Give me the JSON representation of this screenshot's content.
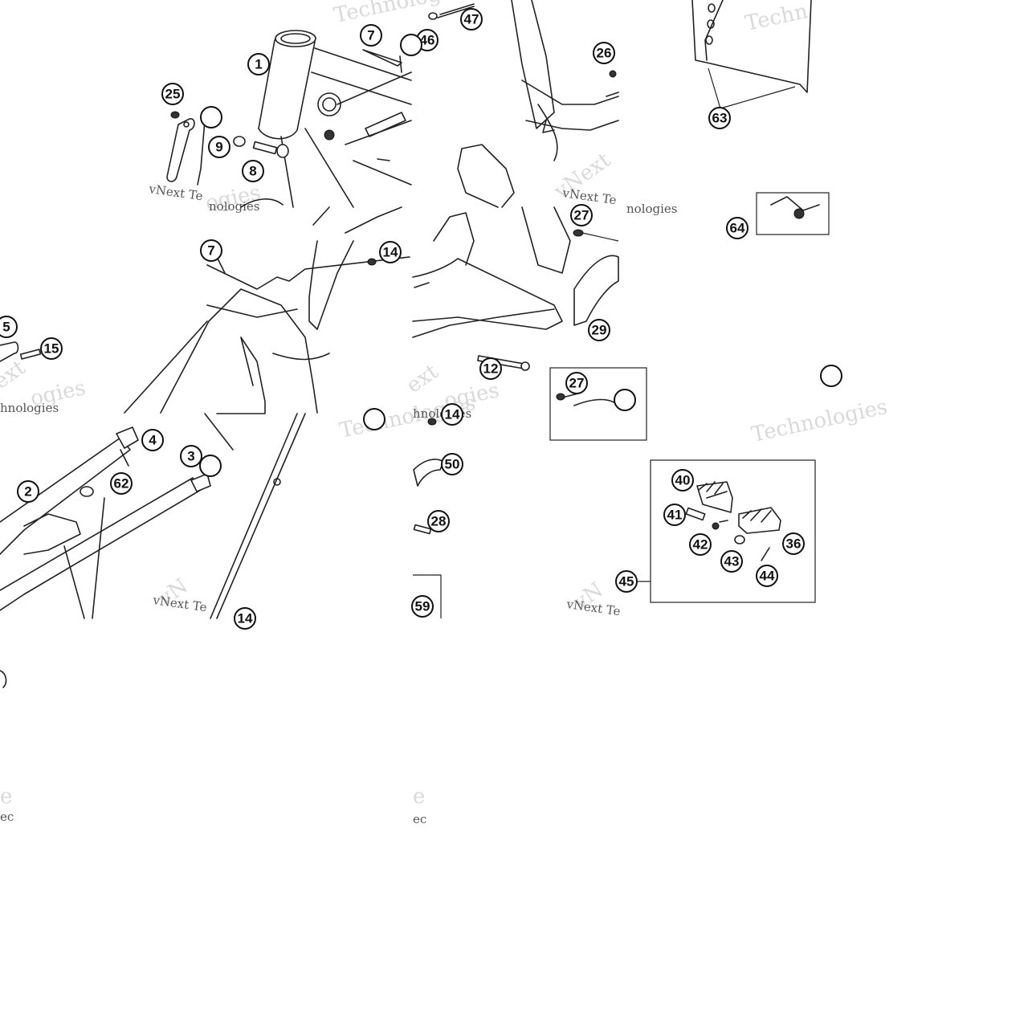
{
  "watermark": {
    "brand": "Technologies",
    "brand_full": "vNext Technologies",
    "short": "vNext",
    "short_b": "vN",
    "frag_te": "vNext Te",
    "frag_tec": "vNext Tec",
    "frag_nologies": "nologies",
    "frag_hnologies": "hnologies",
    "frag_ext": "ext",
    "frag_gies": "ogies",
    "frag_tr": "Techn",
    "frag_ec": "ec",
    "frag_e": "e"
  },
  "callouts": [
    "1",
    "2",
    "3",
    "4",
    "5",
    "7",
    "8",
    "9",
    "12",
    "14",
    "15",
    "25",
    "26",
    "27",
    "28",
    "29",
    "36",
    "40",
    "41",
    "42",
    "43",
    "44",
    "45",
    "46",
    "47",
    "50",
    "59",
    "62",
    "63",
    "64"
  ]
}
